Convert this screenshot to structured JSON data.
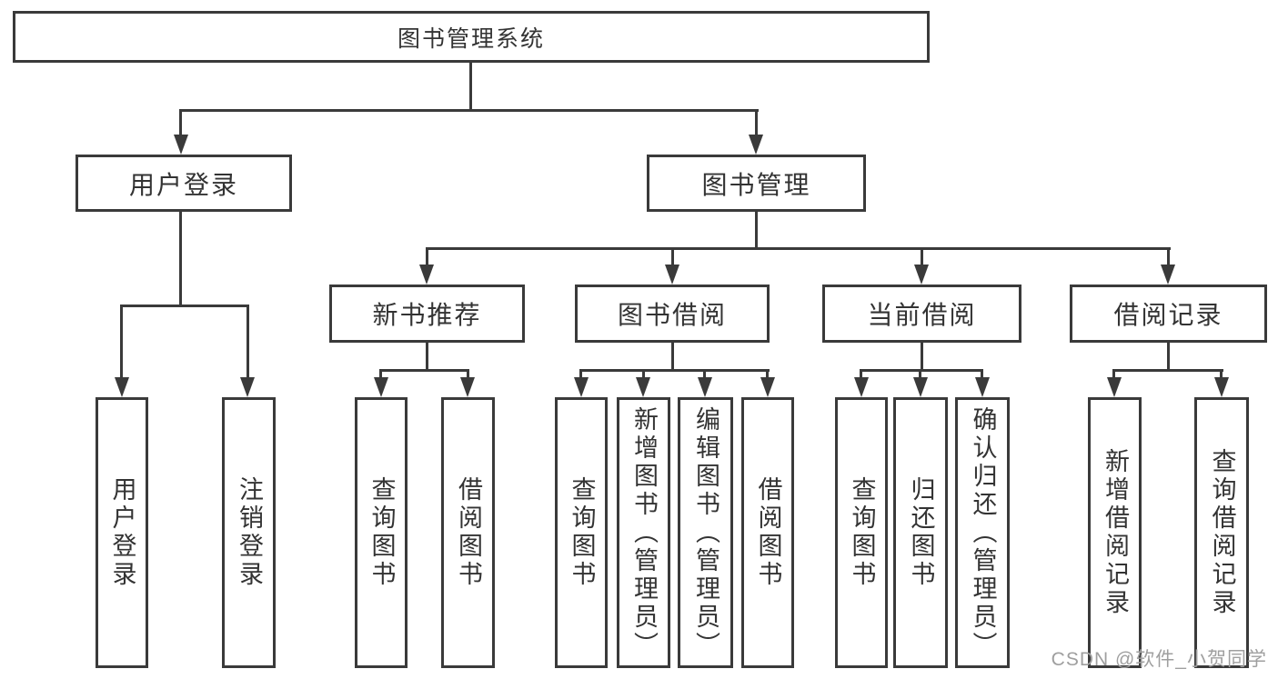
{
  "diagram": {
    "root": {
      "label": "图书管理系统"
    },
    "level2": [
      {
        "label": "用户登录"
      },
      {
        "label": "图书管理"
      }
    ],
    "level3": [
      {
        "label": "新书推荐"
      },
      {
        "label": "图书借阅"
      },
      {
        "label": "当前借阅"
      },
      {
        "label": "借阅记录"
      }
    ],
    "leafGroups": [
      {
        "parent": "用户登录",
        "items": [
          "用户登录",
          "注销登录"
        ]
      },
      {
        "parent": "新书推荐",
        "items": [
          "查询图书",
          "借阅图书"
        ]
      },
      {
        "parent": "图书借阅",
        "items": [
          "查询图书",
          "新增图书（管理员）",
          "编辑图书（管理员）",
          "借阅图书"
        ]
      },
      {
        "parent": "当前借阅",
        "items": [
          "查询图书",
          "归还图书",
          "确认归还（管理员）"
        ]
      },
      {
        "parent": "借阅记录",
        "items": [
          "新增借阅记录",
          "查询借阅记录"
        ]
      }
    ]
  },
  "watermark": {
    "text": "CSDN @软件_小贺同学"
  },
  "colors": {
    "line": "#3a3a3a",
    "text": "#333333",
    "background": "#ffffff",
    "watermark": "#9f9f9f"
  }
}
